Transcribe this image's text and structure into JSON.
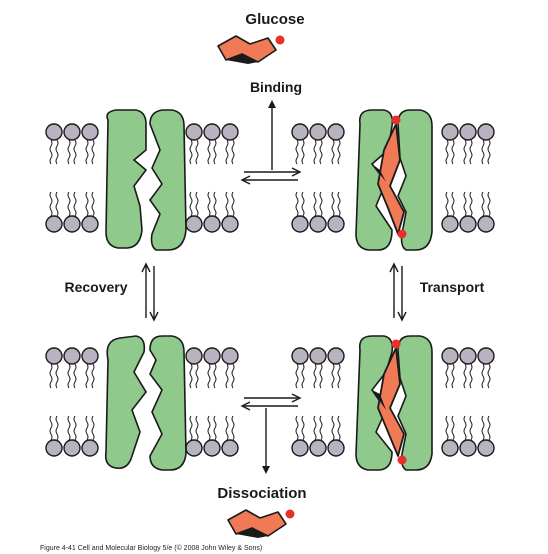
{
  "labels": {
    "glucose": "Glucose",
    "binding": "Binding",
    "recovery": "Recovery",
    "transport": "Transport",
    "dissociation": "Dissociation"
  },
  "caption": "Figure 4-41 Cell and Molecular Biology 5/e (© 2008 John Wiley & Sons)",
  "colors": {
    "protein": "#8fc98c",
    "glucose": "#f07a55",
    "glucose_dot": "#e8302a",
    "lipid_head": "#b9b2c0",
    "outline": "#1a1a1a"
  }
}
